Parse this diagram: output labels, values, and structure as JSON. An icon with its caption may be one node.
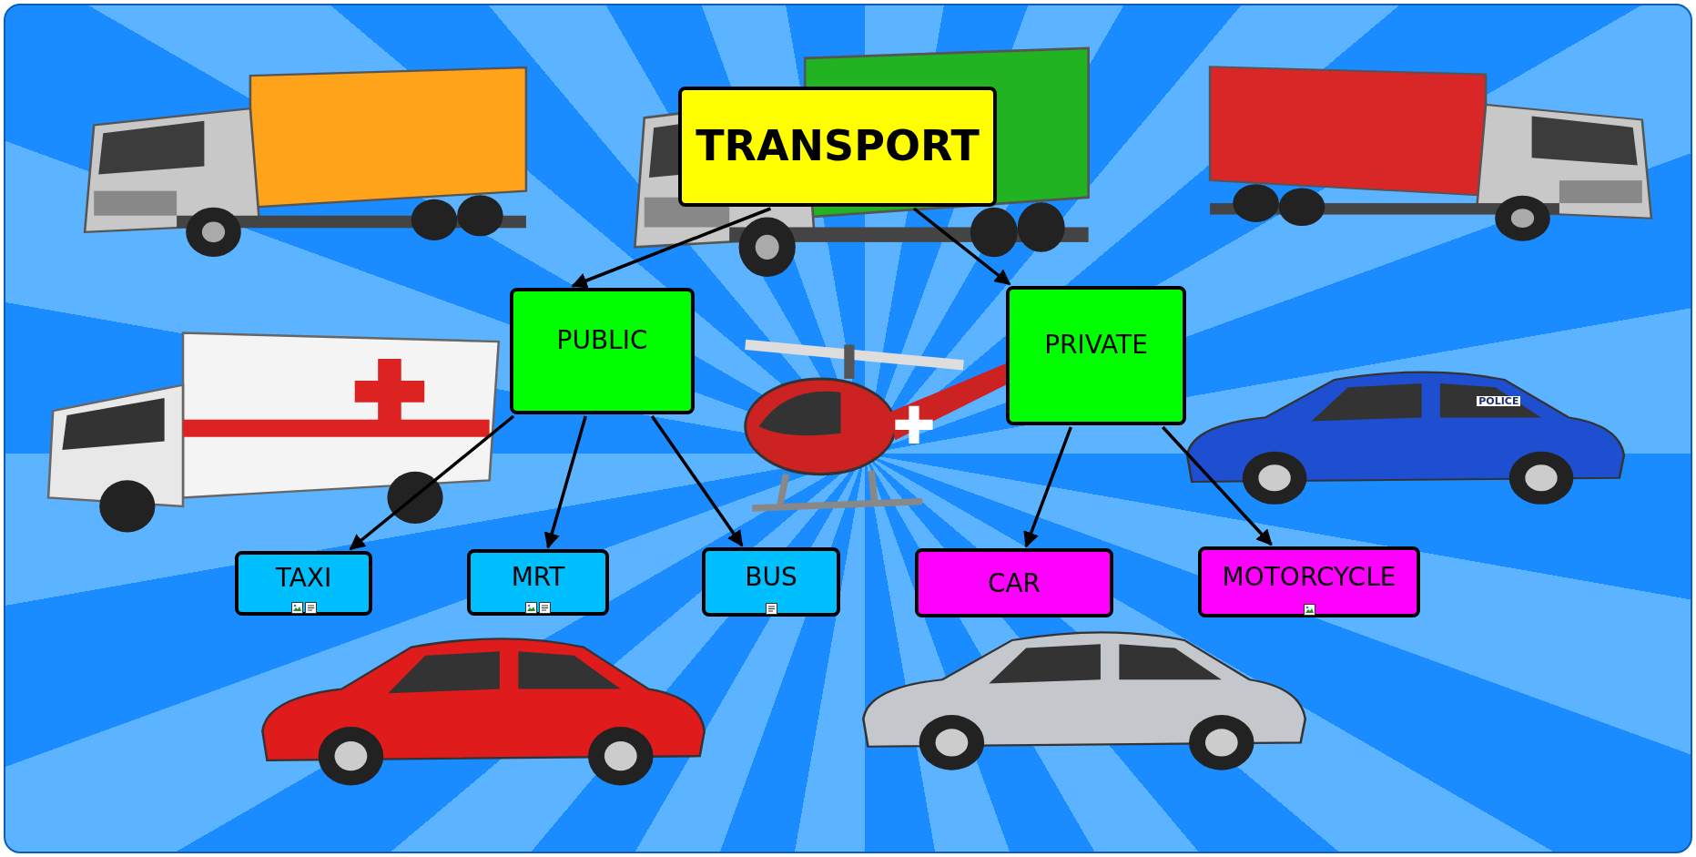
{
  "diagram": {
    "nodes": [
      {
        "text": [
          "TRANSPORT"
        ]
      },
      {
        "text": [
          "PUBLIC"
        ]
      },
      {
        "text": [
          "PRIVATE"
        ]
      },
      {
        "text": [
          "TAXI"
        ]
      },
      {
        "text": [
          "MRT"
        ]
      },
      {
        "text": [
          "BUS"
        ]
      },
      {
        "text": [
          "CAR"
        ]
      },
      {
        "text": [
          "MOTORCYCLE"
        ]
      }
    ],
    "edges": [
      {
        "from": 0,
        "to": 1,
        "arrow": "to"
      },
      {
        "from": 0,
        "to": 2,
        "arrow": "to"
      },
      {
        "from": 1,
        "to": 3,
        "arrow": "to"
      },
      {
        "from": 1,
        "to": 4,
        "arrow": "to"
      },
      {
        "from": 1,
        "to": 5,
        "arrow": "to"
      },
      {
        "from": 2,
        "to": 6,
        "arrow": "to"
      },
      {
        "from": 2,
        "to": 7,
        "arrow": "to"
      }
    ],
    "labels": [
      "POLICE"
    ]
  }
}
